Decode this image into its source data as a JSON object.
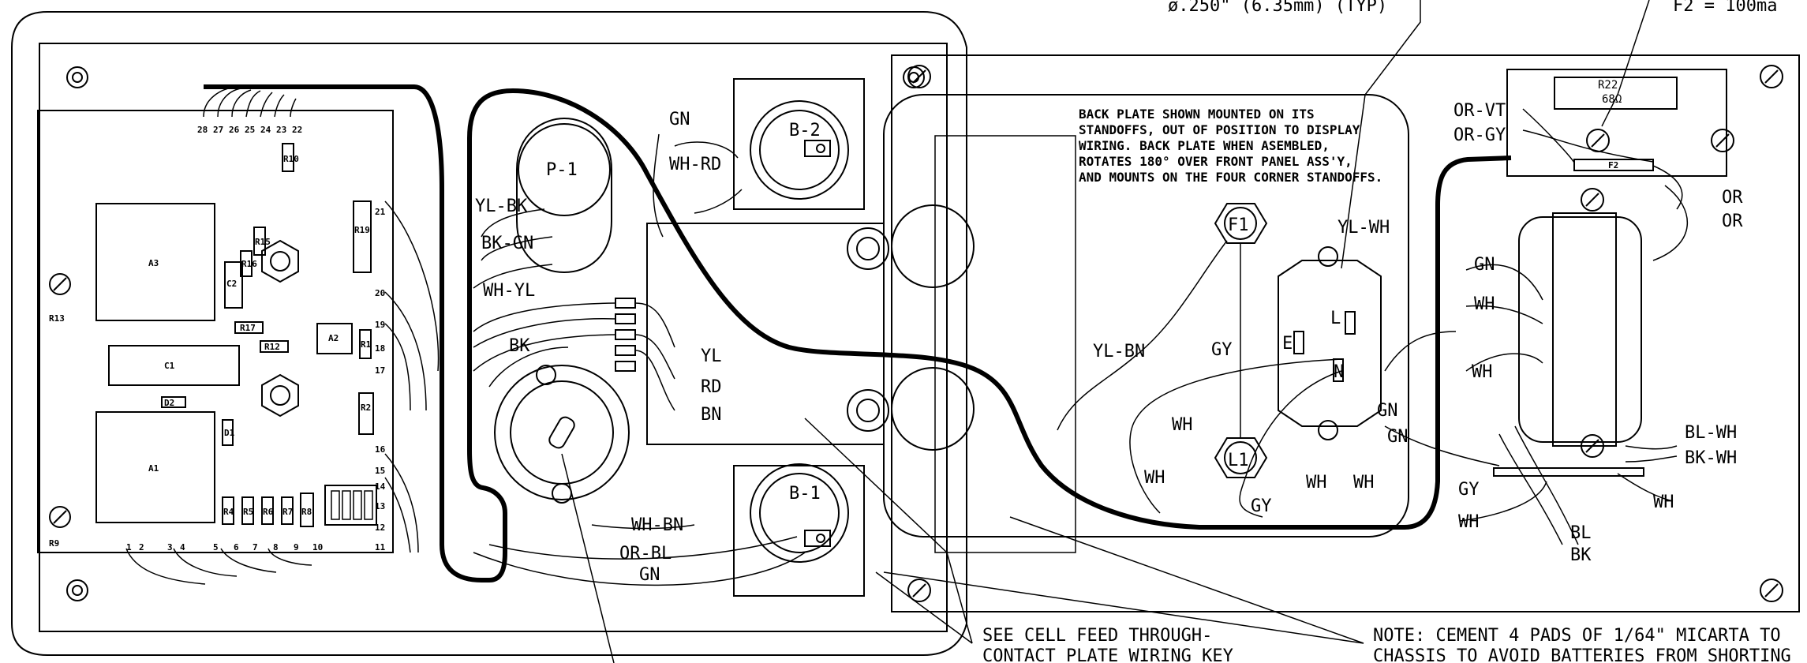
{
  "header": {
    "top_left_spec": "ø.250\" (6.35mm) (TYP)",
    "top_right_spec": "F2 = 100ma"
  },
  "notes": {
    "back_plate": [
      "BACK PLATE SHOWN MOUNTED ON ITS",
      "STANDOFFS, OUT OF POSITION TO DISPLAY",
      "WIRING.  BACK PLATE WHEN ASEMBLED,",
      "ROTATES 180° OVER FRONT PANEL ASS'Y,",
      "AND MOUNTS ON THE FOUR CORNER STANDOFFS."
    ],
    "cell_feed": [
      "SEE CELL FEED THROUGH-",
      "CONTACT PLATE WIRING KEY"
    ],
    "micarta": [
      "NOTE:  CEMENT 4 PADS OF 1/64\" MICARTA TO",
      "CHASSIS TO AVOID BATTERIES FROM SHORTING"
    ]
  },
  "pcb": {
    "pins_top": [
      "28",
      "27",
      "26",
      "25",
      "24",
      "23",
      "22"
    ],
    "pins_right": [
      "21",
      "20",
      "19",
      "18",
      "17",
      "16",
      "15",
      "14",
      "13",
      "12",
      "11"
    ],
    "pins_bottom": [
      "1",
      "2",
      "3",
      "4",
      "5",
      "6",
      "7",
      "8",
      "9",
      "10"
    ],
    "components": {
      "a3": "A3",
      "a1": "A1",
      "c1": "C1",
      "c2": "C2",
      "a2": "A2",
      "r10": "R10",
      "r15": "R15",
      "r16": "R16",
      "r17": "R17",
      "r12": "R12",
      "r19": "R19",
      "r1": "R1",
      "r2": "R2",
      "d2": "D2",
      "d1": "D1",
      "r4": "R4",
      "r5": "R5",
      "r6": "R6",
      "r7": "R7",
      "r8": "R8"
    },
    "mount_labels": {
      "r13": "R13",
      "r9": "R9"
    }
  },
  "front": {
    "p1": "P-1",
    "b2": "B-2",
    "b1": "B-1",
    "wires": {
      "gn_top": "GN",
      "wh_rd": "WH-RD",
      "yl_bk": "YL-BK",
      "bk_gn": "BK-GN",
      "wh_yl": "WH-YL",
      "bk": "BK",
      "yl": "YL",
      "rd": "RD",
      "bn": "BN",
      "wh_bn": "WH-BN",
      "or_bl": "OR-BL",
      "gn_bottom": "GN"
    }
  },
  "back": {
    "f1": "F1",
    "l1": "L1",
    "wires": {
      "yl_wh": "YL-WH",
      "yl_bn": "YL-BN",
      "gy": "GY",
      "wh1": "WH",
      "wh2": "WH",
      "gy2": "GY",
      "wh3": "WH",
      "wh4": "WH",
      "gn1": "GN",
      "gn2": "GN",
      "l": "L",
      "e": "E",
      "n": "N"
    },
    "resistor": {
      "name": "R22",
      "value": "68Ω"
    },
    "fuse": "F2",
    "right_wires": {
      "or_vt": "OR-VT",
      "or_gy": "OR-GY",
      "or1": "OR",
      "or2": "OR",
      "gn": "GN",
      "wh1": "WH",
      "wh2": "WH",
      "bl_wh": "BL-WH",
      "bk_wh": "BK-WH",
      "wh3": "WH",
      "gy": "GY",
      "wh4": "WH",
      "bl": "BL",
      "bk": "BK"
    }
  }
}
